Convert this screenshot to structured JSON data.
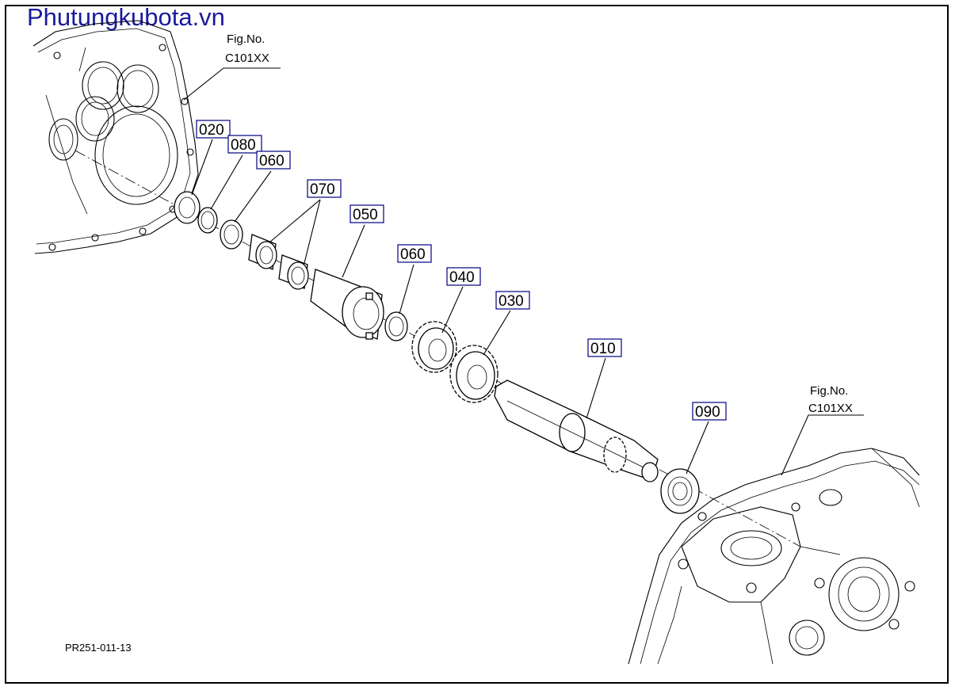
{
  "brand": {
    "text": "Phutungkubota.vn",
    "color": "#1a1a9c"
  },
  "drawing_code": "PR251-011-13",
  "fig_refs": [
    {
      "label": "Fig.No.",
      "code": "C101XX"
    },
    {
      "label": "Fig.No.",
      "code": "C101XX"
    }
  ],
  "callouts": [
    "020",
    "080",
    "060",
    "070",
    "050",
    "060",
    "040",
    "030",
    "010",
    "090"
  ],
  "colors": {
    "outline": "#000000",
    "callout_border": "#000080"
  }
}
